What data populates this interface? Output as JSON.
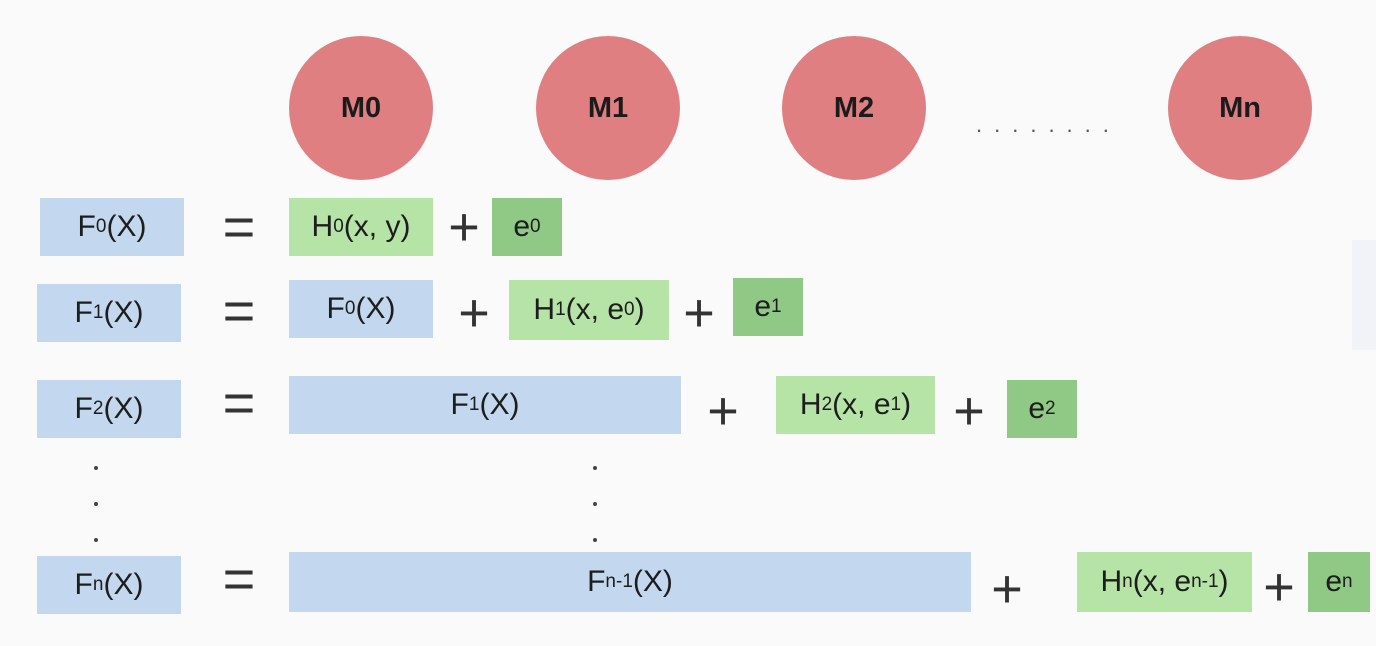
{
  "models": [
    "M0",
    "M1",
    "M2",
    "Mn"
  ],
  "ellipsis": "........",
  "colors": {
    "model_fill": "#e07f82",
    "function_box": "#c3d8ee",
    "learner_box": "#b6e3a6",
    "residual_box": "#8fc985"
  },
  "operators": {
    "equals": "=",
    "plus": "+"
  },
  "rows": [
    {
      "lhs": "F",
      "lhs_sub": "0",
      "lhs_arg": "(X)",
      "prev": "",
      "prev_sub": "",
      "prev_arg": "",
      "h": "H",
      "h_sub": "0",
      "h_arg": "(x, y)",
      "h_arg_sub": "",
      "h_arg_end": "",
      "e": "e",
      "e_sub": "0"
    },
    {
      "lhs": "F",
      "lhs_sub": "1",
      "lhs_arg": "(X)",
      "prev": "F",
      "prev_sub": "0",
      "prev_arg": "(X)",
      "h": "H",
      "h_sub": "1",
      "h_arg": "(x, e",
      "h_arg_sub": "0",
      "h_arg_end": ")",
      "e": "e",
      "e_sub": "1"
    },
    {
      "lhs": "F",
      "lhs_sub": "2",
      "lhs_arg": "(X)",
      "prev": "F",
      "prev_sub": "1",
      "prev_arg": "(X)",
      "h": "H",
      "h_sub": "2",
      "h_arg": "(x, e",
      "h_arg_sub": "1",
      "h_arg_end": ")",
      "e": "e",
      "e_sub": "2"
    },
    {
      "lhs": "F",
      "lhs_sub": "n",
      "lhs_arg": "(X)",
      "prev": "F",
      "prev_sub": "n-1",
      "prev_arg": "(X)",
      "h": "H",
      "h_sub": "n",
      "h_arg": "(x, e",
      "h_arg_sub": "n-1",
      "h_arg_end": ")",
      "e": "e",
      "e_sub": "n"
    }
  ]
}
